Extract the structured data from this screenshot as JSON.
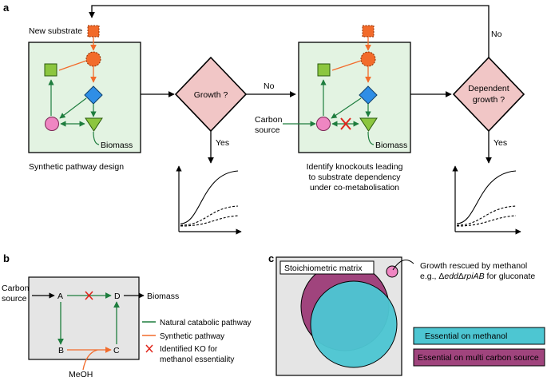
{
  "panels": {
    "a": "a",
    "b": "b",
    "c": "c"
  },
  "colors": {
    "orange": "#f26b2b",
    "green": "#1e7d3e",
    "pathway_fill": "#e3f3e2",
    "decision_fill": "#f1c6c6",
    "node_square": "#8cc63f",
    "node_diamond": "#2f8ee6",
    "node_circle": "#ef86c2",
    "venn_purple": "#a0447d",
    "venn_cyan": "#4dc6d2",
    "panel_c_bg": "#e5e5e5",
    "ko_red": "#e0261c"
  },
  "panel_a": {
    "new_substrate": "New substrate",
    "biomass_1": "Biomass",
    "biomass_2": "Biomass",
    "decision_1": "Growth ?",
    "decision_2_line1": "Dependent",
    "decision_2_line2": "growth ?",
    "no_1": "No",
    "no_2": "No",
    "yes_1": "Yes",
    "yes_2": "Yes",
    "carbon_source_line1": "Carbon",
    "carbon_source_line2": "source",
    "caption_1": "Synthetic pathway design",
    "caption_2_line1": "Identify knockouts leading",
    "caption_2_line2": "to substrate dependency",
    "caption_2_line3": "under co-metabolisation"
  },
  "panel_b": {
    "carbon_source_line1": "Carbon",
    "carbon_source_line2": "source",
    "node_a": "A",
    "node_b": "B",
    "node_c": "C",
    "node_d": "D",
    "biomass": "Biomass",
    "meoh": "MeOH",
    "legend": {
      "natural": "Natural catabolic pathway",
      "synthetic": "Synthetic pathway",
      "ko_line1": "Identified KO for",
      "ko_line2": "methanol essentiality"
    }
  },
  "panel_c": {
    "matrix_label": "Stoichiometric matrix",
    "annotation_line1": "Growth rescued by methanol",
    "annotation_prefix": "e.g., Δ",
    "annotation_gene1": "edd",
    "annotation_delta": "Δ",
    "annotation_gene2": "rpiAB",
    "annotation_suffix": " for gluconate",
    "legend_methanol": "Essential on methanol",
    "legend_multi": "Essential on multi carbon source"
  }
}
